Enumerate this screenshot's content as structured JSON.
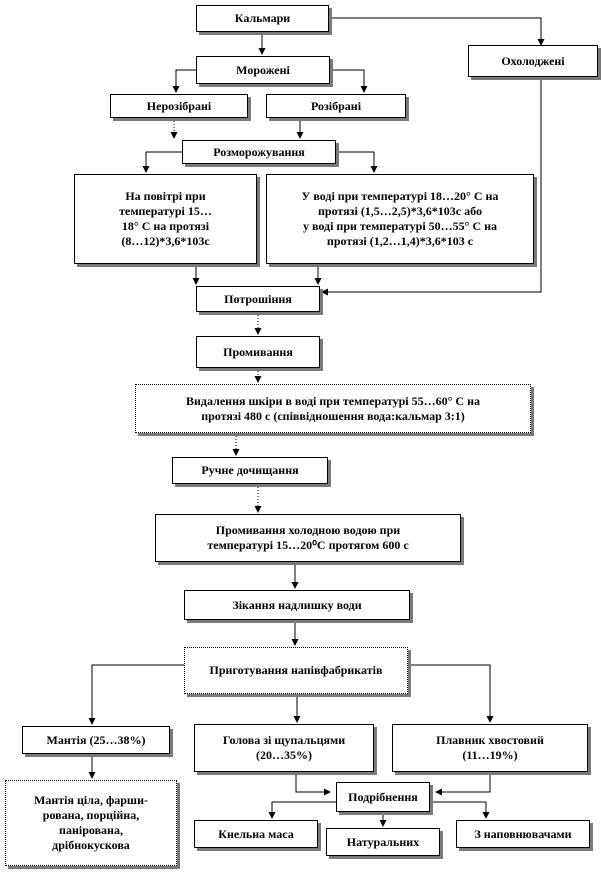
{
  "diagram": {
    "nodes": {
      "squid": "Кальмари",
      "frozen": "Морожені",
      "chilled": "Охолоджені",
      "uncut": "Нерозібрані",
      "cut": "Розібрані",
      "thawing": "Розморожування",
      "air": [
        "На повітрі при",
        "температурі 15…",
        "18° С на протязі",
        "(8…12)*3,6*103с"
      ],
      "water": [
        "У воді при температурі 18…20° С на",
        "протязі (1,5…2,5)*3,6*103с або",
        "у воді при температурі 50…55° С на",
        "протязі (1,2…1,4)*3,6*103 с"
      ],
      "gutting": "Потрошіння",
      "washing": "Промивання",
      "skin": [
        "Видалення шкіри в воді при температурі 55…60° С на",
        "протязі 480 с (співвідношення вода:кальмар 3:1)"
      ],
      "manual": "Ручне дочищання",
      "coldwash": [
        "Промивання холодною водою при",
        "температурі 15…20⁰С протягом 600 с"
      ],
      "drain": "Зікання надлишку води",
      "semi": "Приготування напівфабрикатів",
      "mantle": "Мантія (25…38%)",
      "head": [
        "Голова зі щупальцями",
        "(20…35%)"
      ],
      "fin": [
        "Плавник хвостовий",
        "(11…19%)"
      ],
      "mantle_products": [
        "Мантія ціла, фарши-",
        "рована, порційна,",
        "панірована,",
        "дрібнокускова"
      ],
      "grinding": "Подрібнення",
      "forcemeat": "Кнельна маса",
      "natural": "Натуральних",
      "fillers": "З наповнювачами"
    }
  }
}
